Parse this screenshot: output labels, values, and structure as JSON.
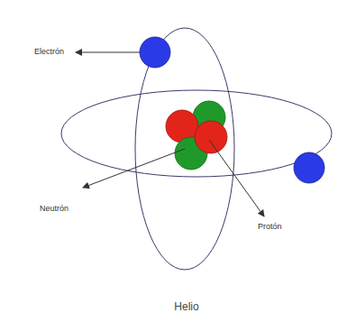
{
  "diagram": {
    "caption": "Helio",
    "labels": [
      "Electrón",
      "Neutrón",
      "Protón"
    ]
  }
}
